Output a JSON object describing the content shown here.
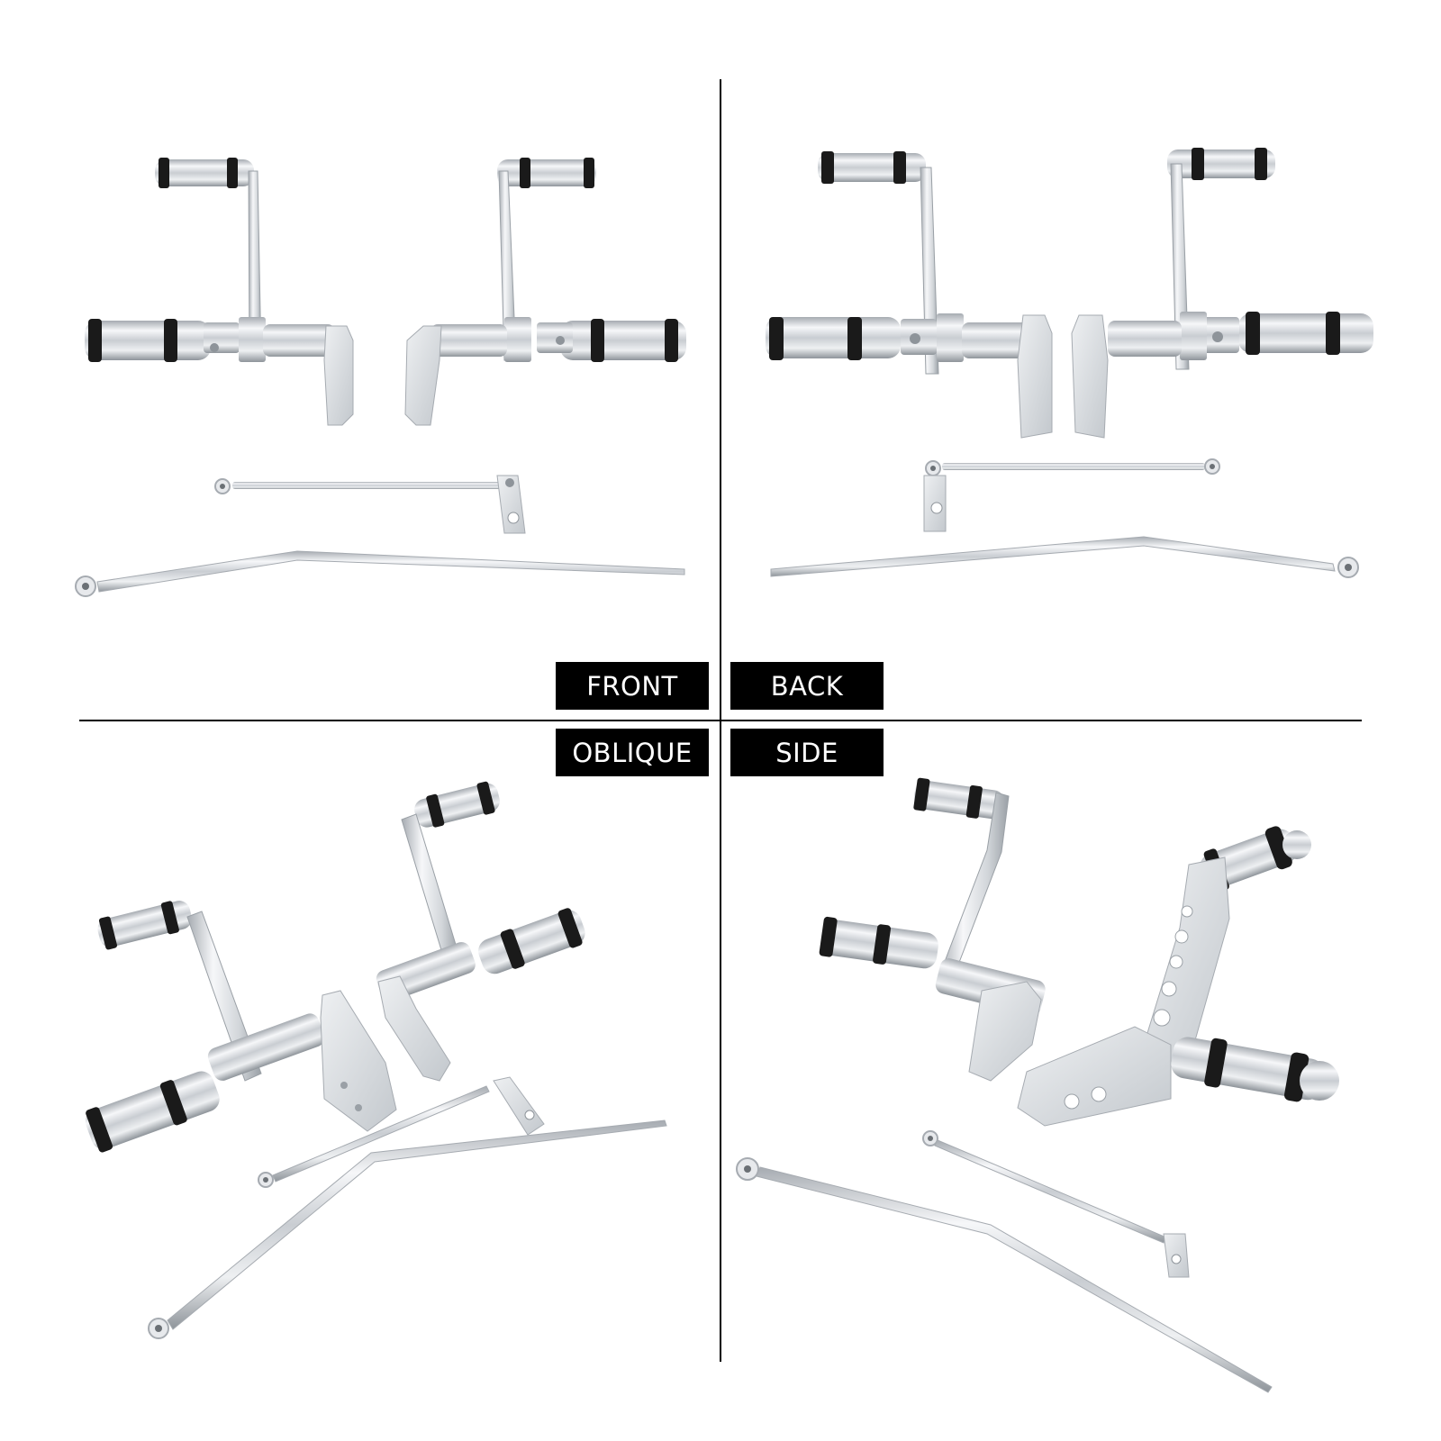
{
  "views": {
    "front": {
      "label": "FRONT"
    },
    "back": {
      "label": "BACK"
    },
    "oblique": {
      "label": "OBLIQUE"
    },
    "side": {
      "label": "SIDE"
    }
  },
  "colors": {
    "background": "#ffffff",
    "label_bg": "#000000",
    "label_text": "#ffffff",
    "divider": "#000000",
    "chrome": "#d8dbdf",
    "chrome_highlight": "#f4f5f7",
    "chrome_shadow": "#9aa0a6",
    "rubber": "#1a1a1a"
  }
}
